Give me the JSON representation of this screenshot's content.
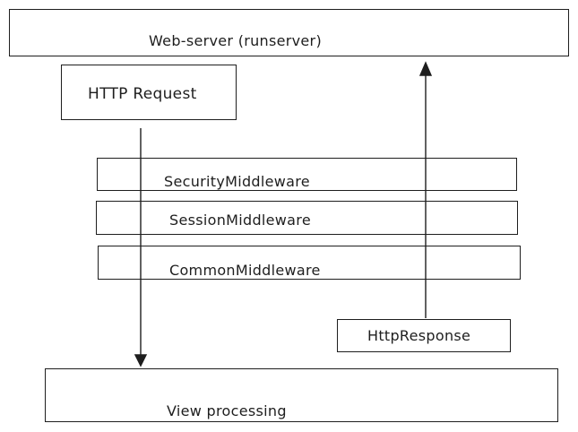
{
  "diagram": {
    "web_server": "Web-server (runserver)",
    "http_request": "HTTP Request",
    "middlewares": [
      "SecurityMiddleware",
      "SessionMiddleware",
      "CommonMiddleware"
    ],
    "http_response": "HttpResponse",
    "view": "View processing"
  }
}
